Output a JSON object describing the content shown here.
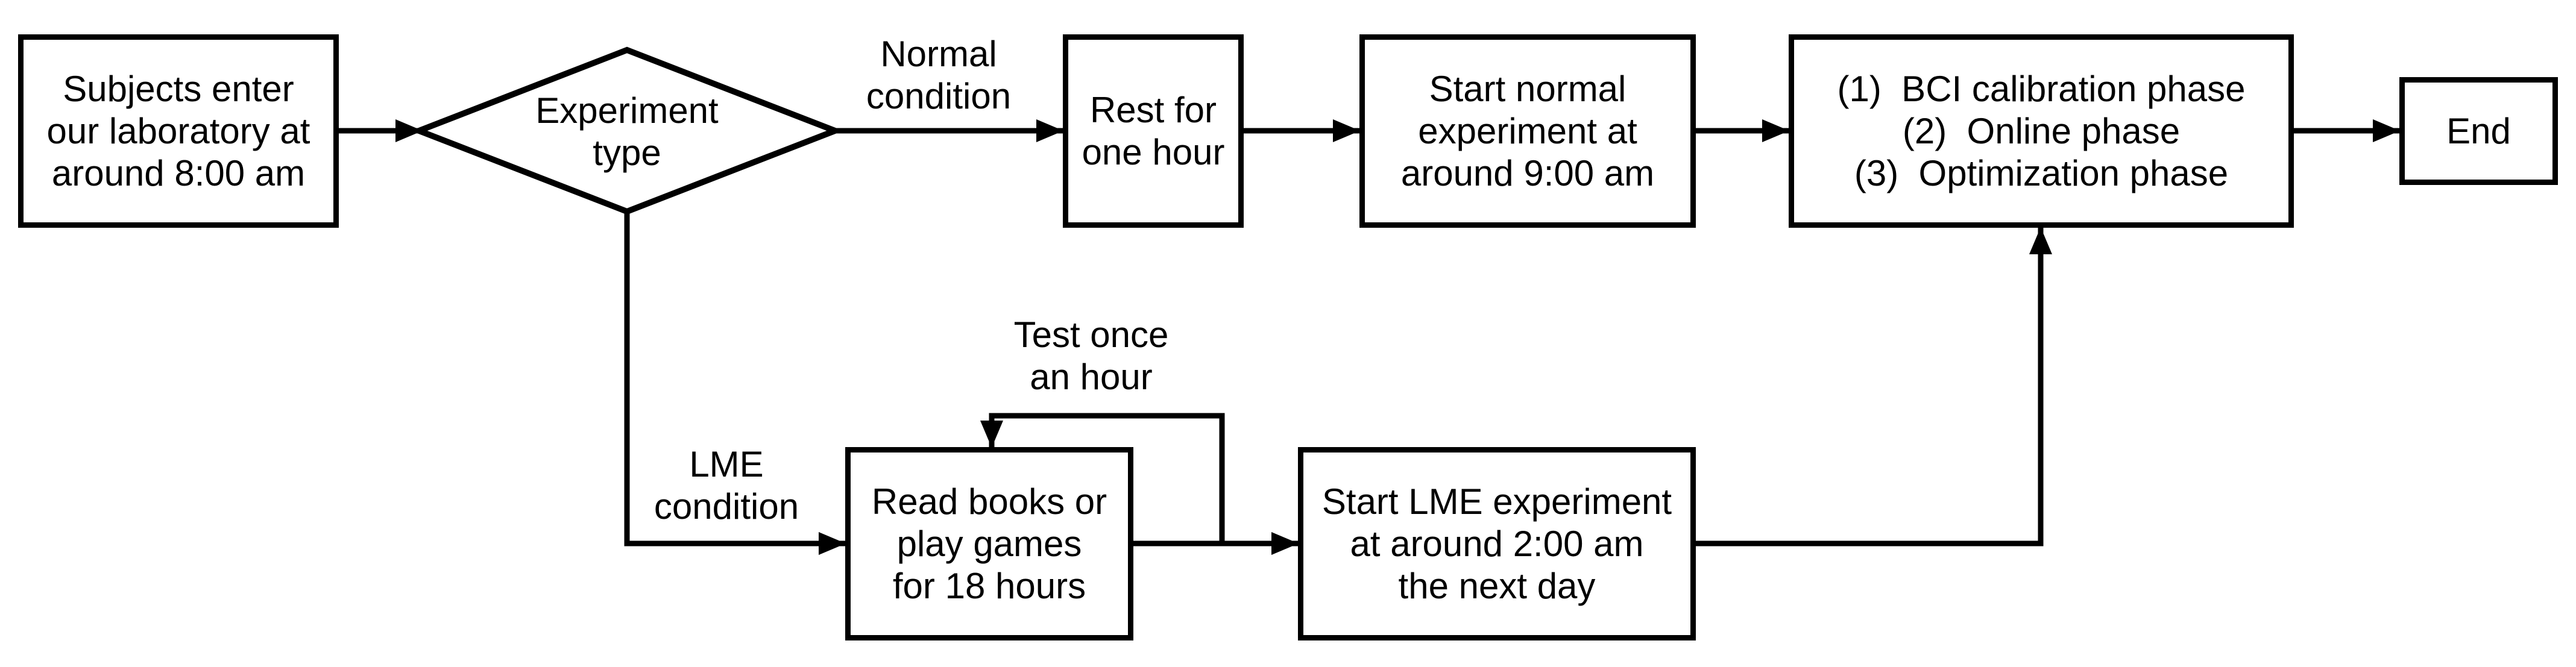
{
  "colors": {
    "background": "#ffffff",
    "stroke": "#000000",
    "text": "#000000"
  },
  "nodes": {
    "subjects": {
      "label": "Subjects enter\nour laboratory at\naround 8:00 am"
    },
    "experiment_type": {
      "label": "Experiment\ntype"
    },
    "rest": {
      "label": "Rest for\none hour"
    },
    "start_normal": {
      "label": "Start normal\nexperiment at\naround 9:00 am"
    },
    "phases": {
      "label": "(1)  BCI calibration phase\n(2)  Online phase\n(3)  Optimization phase"
    },
    "end": {
      "label": "End"
    },
    "read_books": {
      "label": "Read books or\nplay games\nfor 18 hours"
    },
    "start_lme": {
      "label": "Start LME experiment\nat around 2:00 am\nthe next day"
    }
  },
  "edge_labels": {
    "normal_condition": "Normal\ncondition",
    "lme_condition": "LME\ncondition",
    "test_once_an_hour": "Test once\nan hour"
  }
}
